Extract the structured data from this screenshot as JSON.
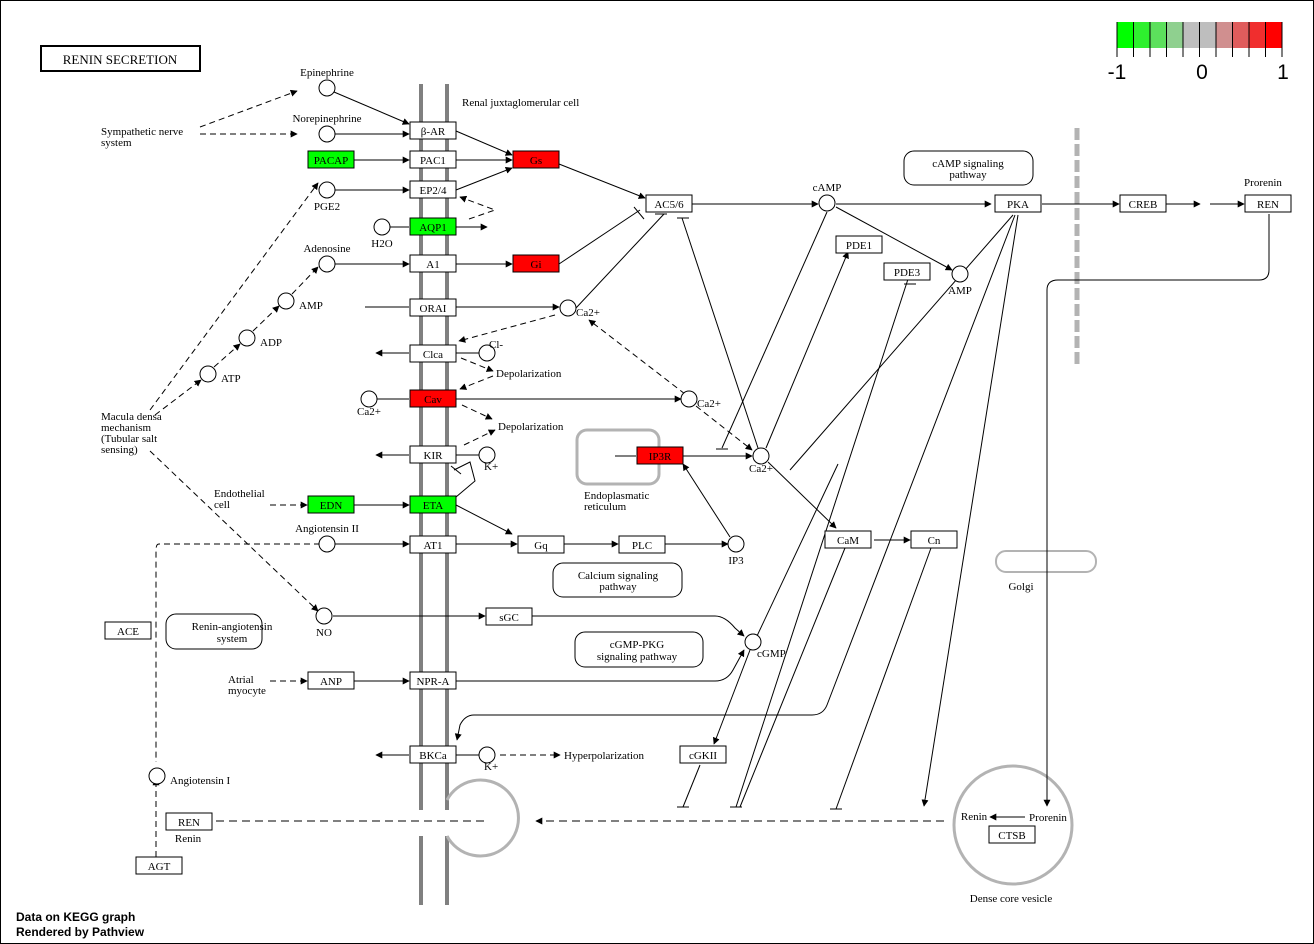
{
  "title": "RENIN SECRETION",
  "legend": {
    "min_label": "-1",
    "mid_label": "0",
    "max_label": "1",
    "colors": [
      "#00FF00",
      "#2EF02E",
      "#5CE05C",
      "#8FD08F",
      "#BEBEBE",
      "#BEBEBE",
      "#D08F8F",
      "#E05C5C",
      "#F02E2E",
      "#FF0000"
    ]
  },
  "footer": {
    "line1": "Data on KEGG graph",
    "line2": "Rendered by Pathview"
  },
  "colors": {
    "up": "#FF0000",
    "down": "#00FF00",
    "none": "#FFFFFF",
    "membrane": "#808080",
    "compartment": "#B3B3B3"
  },
  "labels": {
    "cell": "Renal juxtaglomerular cell",
    "sympathetic": [
      "Sympathetic nerve",
      "system"
    ],
    "macula": [
      "Macula densa",
      "mechanism",
      "(Tubular salt",
      "sensing)"
    ],
    "endothelial": [
      "Endothelial",
      "cell"
    ],
    "atrial": [
      "Atrial",
      "myocyte"
    ],
    "depol1": "Depolarization",
    "depol2": "Depolarization",
    "hyperpol": "Hyperpolarization",
    "er": [
      "Endoplasmatic",
      "reticulum"
    ],
    "golgi": "Golgi",
    "dcv": "Dense core vesicle",
    "prorenin_top": "Prorenin",
    "renin_left": "Renin",
    "vesicle_renin": "Renin",
    "vesicle_prorenin": "Prorenin"
  },
  "pathways": [
    {
      "id": "camp",
      "lines": [
        "cAMP signaling",
        "pathway"
      ]
    },
    {
      "id": "calcium",
      "lines": [
        "Calcium signaling",
        "pathway"
      ]
    },
    {
      "id": "cgmp",
      "lines": [
        "cGMP-PKG",
        "signaling pathway"
      ]
    },
    {
      "id": "ras",
      "lines": [
        "Renin-angiotensin",
        "system"
      ]
    }
  ],
  "genes": [
    {
      "id": "beta-ar",
      "label": "β-AR",
      "status": "none"
    },
    {
      "id": "pacap",
      "label": "PACAP",
      "status": "down"
    },
    {
      "id": "pac1",
      "label": "PAC1",
      "status": "none"
    },
    {
      "id": "gs",
      "label": "Gs",
      "status": "up"
    },
    {
      "id": "ep24",
      "label": "EP2/4",
      "status": "none"
    },
    {
      "id": "aqp1",
      "label": "AQP1",
      "status": "down"
    },
    {
      "id": "a1",
      "label": "A1",
      "status": "none"
    },
    {
      "id": "gi",
      "label": "Gi",
      "status": "up"
    },
    {
      "id": "orai",
      "label": "ORAI",
      "status": "none"
    },
    {
      "id": "clca",
      "label": "Clca",
      "status": "none"
    },
    {
      "id": "cav",
      "label": "Cav",
      "status": "up"
    },
    {
      "id": "kir",
      "label": "KIR",
      "status": "none"
    },
    {
      "id": "edn",
      "label": "EDN",
      "status": "down"
    },
    {
      "id": "eta",
      "label": "ETA",
      "status": "down"
    },
    {
      "id": "at1",
      "label": "AT1",
      "status": "none"
    },
    {
      "id": "gq",
      "label": "Gq",
      "status": "none"
    },
    {
      "id": "plc",
      "label": "PLC",
      "status": "none"
    },
    {
      "id": "ip3r",
      "label": "IP3R",
      "status": "up"
    },
    {
      "id": "ac56",
      "label": "AC5/6",
      "status": "none"
    },
    {
      "id": "pde1",
      "label": "PDE1",
      "status": "none"
    },
    {
      "id": "pde3",
      "label": "PDE3",
      "status": "none"
    },
    {
      "id": "pka",
      "label": "PKA",
      "status": "none"
    },
    {
      "id": "creb",
      "label": "CREB",
      "status": "none"
    },
    {
      "id": "ren-top",
      "label": "REN",
      "status": "none"
    },
    {
      "id": "cam",
      "label": "CaM",
      "status": "none"
    },
    {
      "id": "cn",
      "label": "Cn",
      "status": "none"
    },
    {
      "id": "sgc",
      "label": "sGC",
      "status": "none"
    },
    {
      "id": "anp",
      "label": "ANP",
      "status": "none"
    },
    {
      "id": "npr-a",
      "label": "NPR-A",
      "status": "none"
    },
    {
      "id": "bkca",
      "label": "BKCa",
      "status": "none"
    },
    {
      "id": "cgkii",
      "label": "cGKII",
      "status": "none"
    },
    {
      "id": "ace",
      "label": "ACE",
      "status": "none"
    },
    {
      "id": "ren-bottom",
      "label": "REN",
      "status": "none"
    },
    {
      "id": "agt",
      "label": "AGT",
      "status": "none"
    },
    {
      "id": "ctsb",
      "label": "CTSB",
      "status": "none"
    }
  ],
  "compounds": [
    {
      "id": "epinephrine",
      "label": "Epinephrine"
    },
    {
      "id": "norepinephrine",
      "label": "Norepinephrine"
    },
    {
      "id": "pge2",
      "label": "PGE2"
    },
    {
      "id": "h2o",
      "label": "H2O"
    },
    {
      "id": "adenosine",
      "label": "Adenosine"
    },
    {
      "id": "amp-left",
      "label": "AMP"
    },
    {
      "id": "adp",
      "label": "ADP"
    },
    {
      "id": "atp",
      "label": "ATP"
    },
    {
      "id": "ca-orai",
      "label": "Ca2+"
    },
    {
      "id": "cl",
      "label": "Cl-"
    },
    {
      "id": "ca-cav-in",
      "label": "Ca2+"
    },
    {
      "id": "ca-cav-out",
      "label": "Ca2+"
    },
    {
      "id": "k-kir",
      "label": "K+"
    },
    {
      "id": "ca-cyto",
      "label": "Ca2+"
    },
    {
      "id": "angiotensin-ii",
      "label": "Angiotensin II"
    },
    {
      "id": "ip3",
      "label": "IP3"
    },
    {
      "id": "no",
      "label": "NO"
    },
    {
      "id": "camp",
      "label": "cAMP"
    },
    {
      "id": "amp-right",
      "label": "AMP"
    },
    {
      "id": "cgmp",
      "label": "cGMP"
    },
    {
      "id": "k-bkca",
      "label": "K+"
    },
    {
      "id": "angiotensin-i",
      "label": "Angiotensin I"
    }
  ]
}
